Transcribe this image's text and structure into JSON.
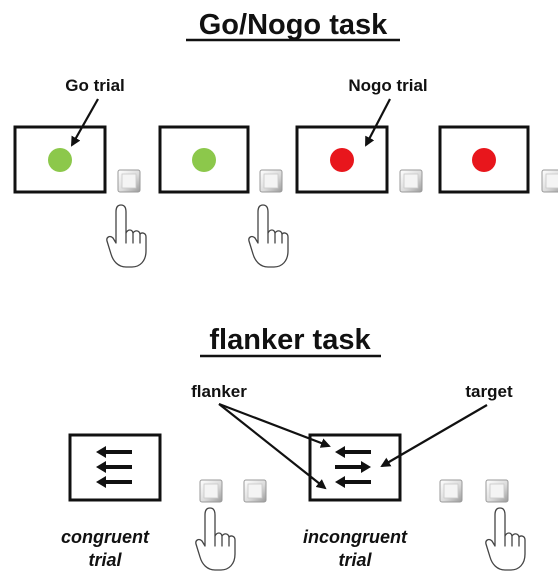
{
  "gonogo": {
    "title": "Go/Nogo task",
    "go_label": "Go trial",
    "nogo_label": "Nogo trial",
    "go_color": "#8cc84b",
    "nogo_color": "#e8161c"
  },
  "flanker": {
    "title": "flanker task",
    "flanker_label": "flanker",
    "target_label": "target",
    "congruent_line1": "congruent",
    "congruent_line2": "trial",
    "incongruent_line1": "incongruent",
    "incongruent_line2": "trial"
  },
  "icons": {
    "button": "square-button-icon",
    "hand": "pointing-hand-icon",
    "arrow": "left-arrow-icon"
  }
}
